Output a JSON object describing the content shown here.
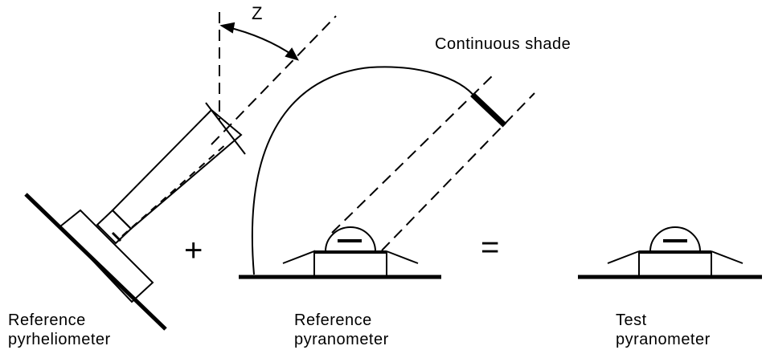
{
  "labels": {
    "angle": "Z",
    "shade": "Continuous shade",
    "plus": "+",
    "equals": "=",
    "pyrheliometer_line1": "Reference",
    "pyrheliometer_line2": "pyrheliometer",
    "ref_pyranometer_line1": "Reference",
    "ref_pyranometer_line2": "pyranometer",
    "test_pyranometer_line1": "Test",
    "test_pyranometer_line2": "pyranometer"
  },
  "colors": {
    "ink": "#000000",
    "background": "#ffffff"
  }
}
